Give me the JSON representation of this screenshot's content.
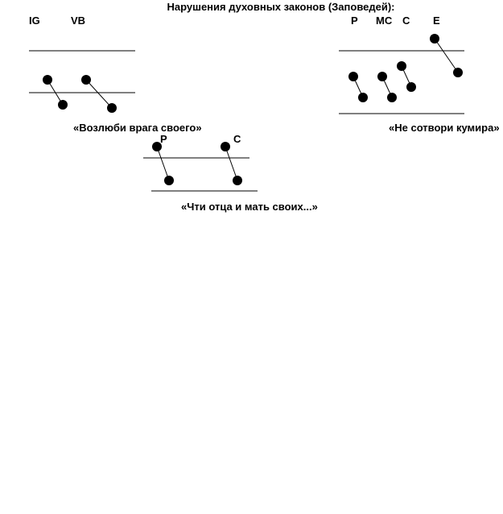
{
  "title": "Нарушения духовных законов (Заповедей):",
  "colors": {
    "ink": "#000000",
    "background": "#ffffff"
  },
  "panels": [
    {
      "id": "love-enemy",
      "labels": [
        "IG",
        "VB"
      ],
      "caption": "«Возлюби врага своего»"
    },
    {
      "id": "no-idols",
      "labels": [
        "P",
        "MC",
        "C",
        "E"
      ],
      "caption": "«Не сотвори кумира»"
    },
    {
      "id": "honor-parents",
      "labels": [
        "P",
        "C"
      ],
      "caption": "«Чти отца и мать своих...»"
    }
  ]
}
